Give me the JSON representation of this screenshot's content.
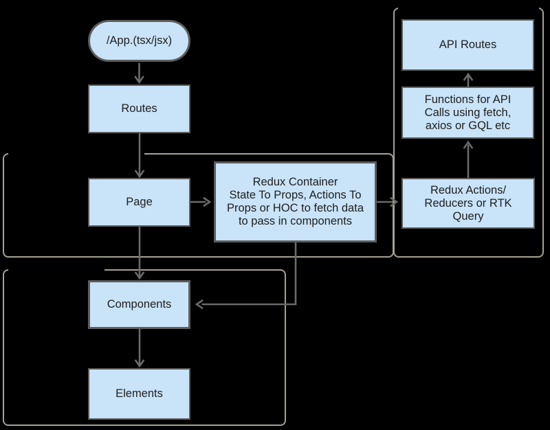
{
  "colors": {
    "background": "#000000",
    "node_fill": "#c9e3f8",
    "node_border": "#5d5d5d",
    "container_border": "#a8a295",
    "connector": "#6b6b6b",
    "text": "#202020"
  },
  "nodes": {
    "app": {
      "label": "/App.(tsx/jsx)"
    },
    "routes": {
      "label": "Routes"
    },
    "page": {
      "label": "Page"
    },
    "components": {
      "label": "Components"
    },
    "elements": {
      "label": "Elements"
    },
    "redux_container": {
      "lines": [
        "Redux Container",
        "State To Props, Actions To",
        "Props or HOC to fetch data",
        "to pass in components"
      ]
    },
    "redux_actions": {
      "lines": [
        "Redux Actions/",
        "Reducers or RTK",
        "Query"
      ]
    },
    "api_functions": {
      "lines": [
        "Functions for API",
        "Calls using fetch,",
        "axios or GQL etc"
      ]
    },
    "api_routes": {
      "label": "API Routes"
    }
  },
  "edges": [
    {
      "from": "app",
      "to": "routes"
    },
    {
      "from": "routes",
      "to": "page"
    },
    {
      "from": "page",
      "to": "components"
    },
    {
      "from": "components",
      "to": "elements"
    },
    {
      "from": "page",
      "to": "redux_container"
    },
    {
      "from": "redux_container",
      "to": "redux_actions"
    },
    {
      "from": "redux_actions",
      "to": "api_functions"
    },
    {
      "from": "api_functions",
      "to": "api_routes"
    },
    {
      "from": "redux_container",
      "to": "components"
    }
  ]
}
